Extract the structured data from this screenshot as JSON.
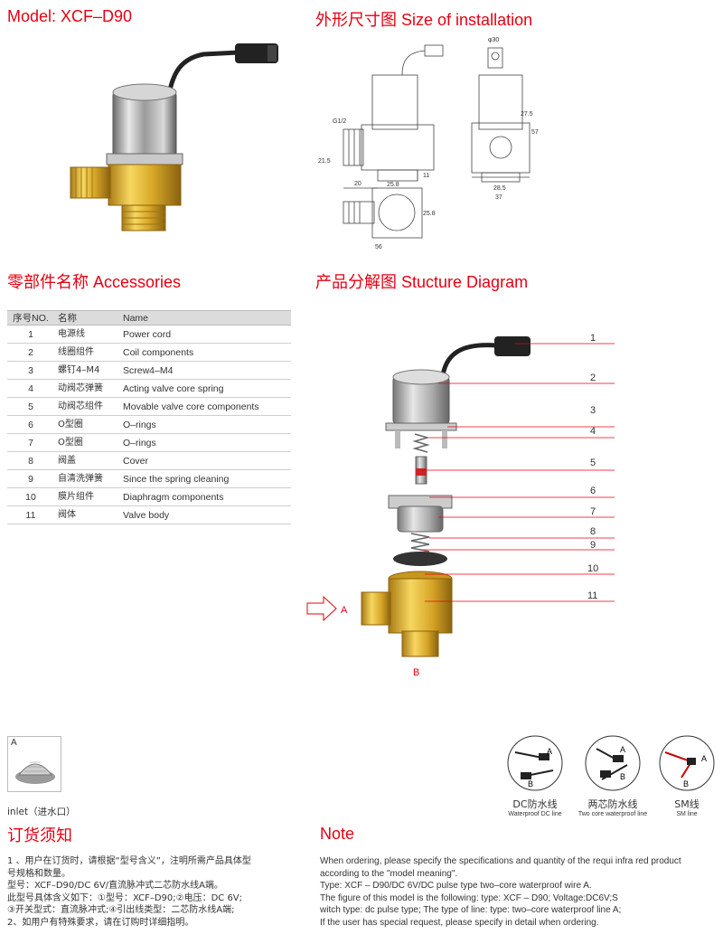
{
  "model": {
    "title": "Model: XCF–D90"
  },
  "installation": {
    "title_cn": "外形尺寸图",
    "title_en": "Size of installation",
    "dims": {
      "phi30": "φ30",
      "g12": "G1/2",
      "d20": "20",
      "d21_5": "21.5",
      "d11": "11",
      "d27_5": "27.5",
      "d57": "57",
      "d28_5": "28.5",
      "d37": "37",
      "d25_8a": "25.8",
      "d25_8b": "25.8",
      "d56": "56"
    }
  },
  "accessories": {
    "title_cn": "零部件名称",
    "title_en": "Accessories",
    "headers": [
      "序号NO.",
      "名称",
      "Name"
    ],
    "rows": [
      {
        "no": "1",
        "cn": "电源线",
        "en": "Power cord"
      },
      {
        "no": "2",
        "cn": "线圈组件",
        "en": "Coil components"
      },
      {
        "no": "3",
        "cn": "螺钉4–M4",
        "en": "Screw4–M4"
      },
      {
        "no": "4",
        "cn": "动阀芯弹簧",
        "en": "Acting valve core spring"
      },
      {
        "no": "5",
        "cn": "动阀芯组件",
        "en": "Movable valve core components"
      },
      {
        "no": "6",
        "cn": "O型圈",
        "en": "O–rings"
      },
      {
        "no": "7",
        "cn": "O型圈",
        "en": "O–rings"
      },
      {
        "no": "8",
        "cn": "阀盖",
        "en": "Cover"
      },
      {
        "no": "9",
        "cn": "自清洗弹簧",
        "en": "Since the spring cleaning"
      },
      {
        "no": "10",
        "cn": "膜片组件",
        "en": "Diaphragm components"
      },
      {
        "no": "11",
        "cn": "阀体",
        "en": "Valve body"
      }
    ]
  },
  "structure": {
    "title_cn": "产品分解图",
    "title_en": "Stucture Diagram",
    "labels": [
      "1",
      "2",
      "3",
      "4",
      "5",
      "6",
      "7",
      "8",
      "9",
      "10",
      "11"
    ],
    "arrow_a": "A",
    "arrow_b": "B"
  },
  "inlet": {
    "box_label": "A",
    "caption": "inlet（进水口）"
  },
  "wires": [
    {
      "cn": "DC防水线",
      "en": "Waterproof DC line",
      "a": "A",
      "b": "B"
    },
    {
      "cn": "两芯防水线",
      "en": "Two core waterproof line",
      "a": "A",
      "b": "B"
    },
    {
      "cn": "SM线",
      "en": "SM line",
      "a": "A",
      "b": "B"
    }
  ],
  "ordering": {
    "title": "订货须知",
    "lines": [
      "1 、用户在订货时，请根据“型号含义”，注明所需产品具体型",
      "号规格和数量。",
      "  型号：XCF–D90/DC 6V/直流脉冲式二芯防水线A端。",
      "  此型号具体含义如下：①型号：XCF–D90;②电压：DC 6V;",
      "  ③开关型式：直流脉冲式;④引出线类型：二芯防水线A端;",
      "2、如用户有特殊要求，请在订购时详细指明。"
    ]
  },
  "note": {
    "title": "Note",
    "lines": [
      "When ordering, please specify the specifications and quantity of the requi infra red product",
      "according to the \"model meaning\".",
      "Type: XCF – D90/DC 6V/DC pulse type two–core waterproof wire A.",
      "The figure of this model is the following: type: XCF – D90; Voltage:DC6V;S",
      "witch type: dc pulse type; The type of line: type: two–core waterproof line A;",
      "If the user has special request, please specify in detail when ordering."
    ]
  }
}
